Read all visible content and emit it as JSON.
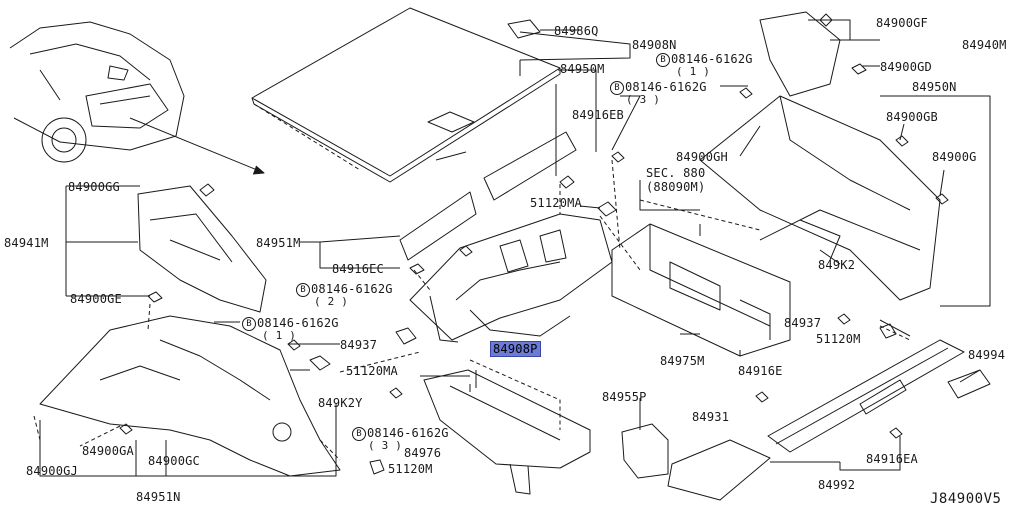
{
  "diagram_code": "J84900V5",
  "bolt_symbol": "B",
  "labels": {
    "p84986Q": "84986Q",
    "p84908N": "84908N",
    "p84950M": "84950M",
    "bolt_1_code": "08146-6162G",
    "bolt_1_qty": "( 1 )",
    "bolt_2_code": "08146-6162G",
    "bolt_2_qty": "( 3 )",
    "p84916EB": "84916EB",
    "p84900GF": "84900GF",
    "p84940M": "84940M",
    "p84900GD": "84900GD",
    "p84950N": "84950N",
    "p84900GB": "84900GB",
    "p84900G": "84900G",
    "p84900GH": "84900GH",
    "sec_880": "SEC. 880",
    "sec_880_ref": "(88090M)",
    "p84900GG": "84900GG",
    "p84941M": "84941M",
    "p84900GE": "84900GE",
    "p51120MA_a": "51120MA",
    "p84951M": "84951M",
    "p84916EC": "84916EC",
    "bolt_3_code": "08146-6162G",
    "bolt_3_qty": "( 2 )",
    "p849K2_r": "849K2",
    "p84937_r": "84937",
    "p51120M_r": "51120M",
    "bolt_4_code": "08146-6162G",
    "bolt_4_qty": "( 1 )",
    "p84937_l": "84937",
    "p51120MA_b": "51120MA",
    "p84908P": "84908P",
    "p84975M": "84975M",
    "p84994": "84994",
    "p849K2Y": "849K2Y",
    "p84955P": "84955P",
    "p84916E": "84916E",
    "bolt_5_code": "08146-6162G",
    "bolt_5_qty": "( 3 )",
    "p84931": "84931",
    "p84976": "84976",
    "p84916EA": "84916EA",
    "p84900GJ": "84900GJ",
    "p84900GA": "84900GA",
    "p84900GC": "84900GC",
    "p51120M_b": "51120M",
    "p84951N": "84951N",
    "p84992": "84992"
  },
  "colors": {
    "line": "#1a1a1a",
    "highlight": "#6b7bd6",
    "part_fill": "#ffffff"
  },
  "icons": [
    "bolt-symbol-icon",
    "clip-icon",
    "vehicle-icon"
  ]
}
